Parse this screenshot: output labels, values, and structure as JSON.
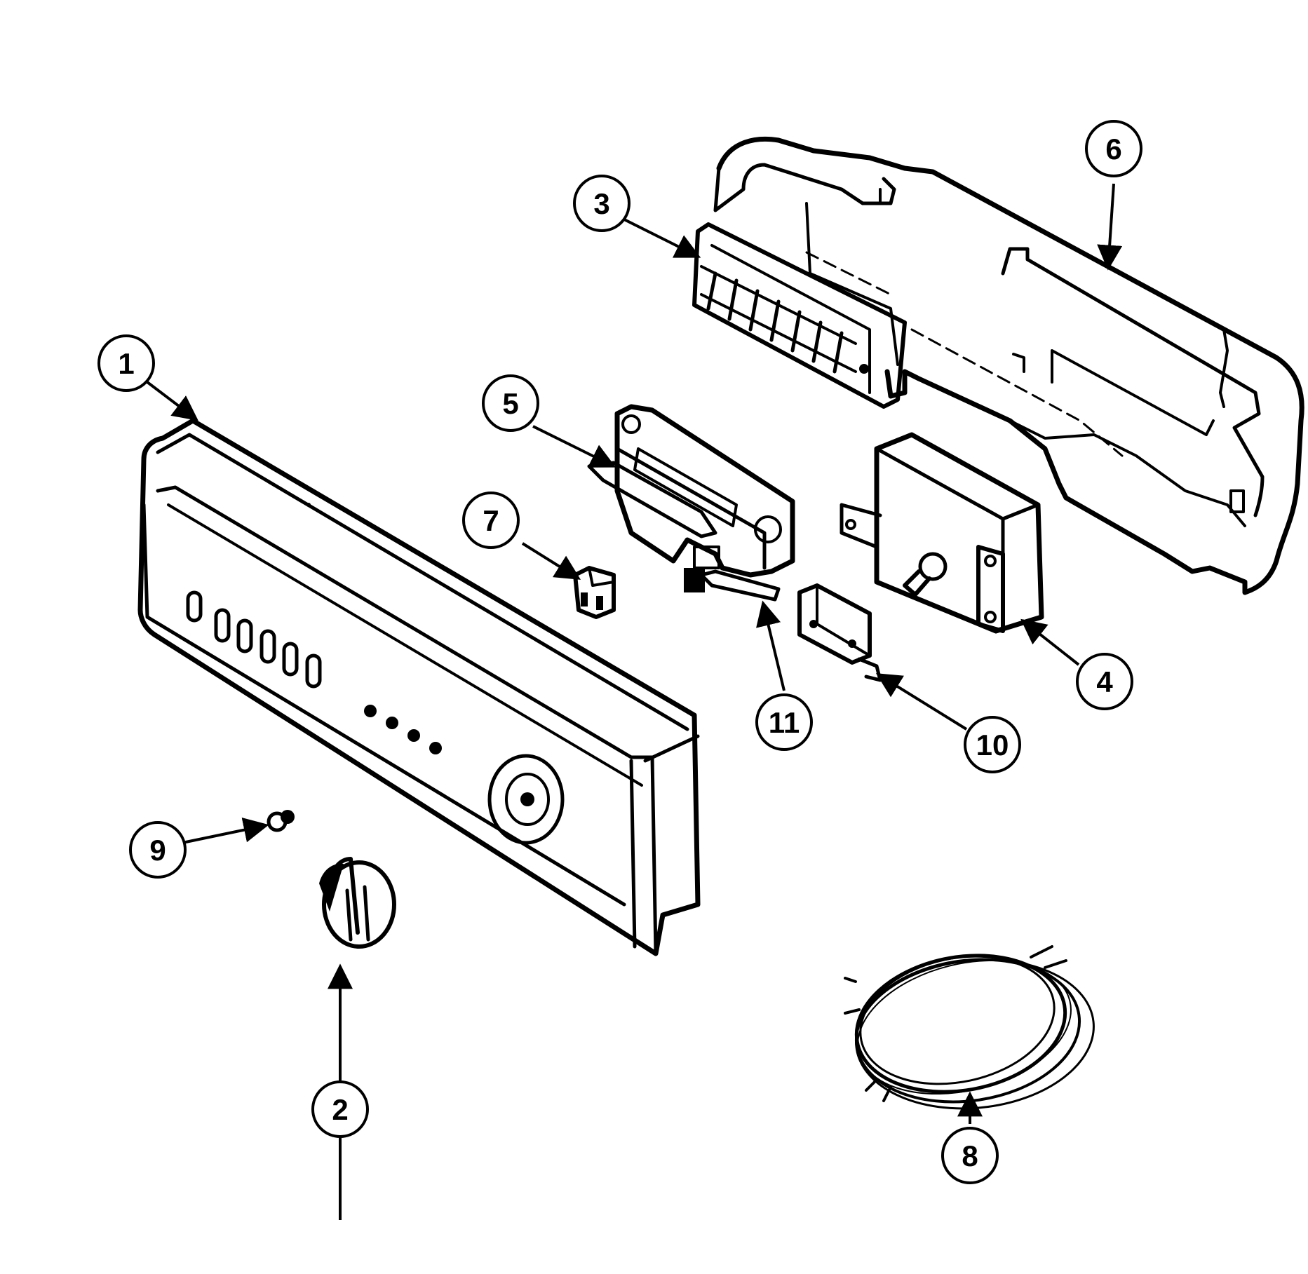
{
  "diagram": {
    "background": "#ffffff",
    "ink": "#000000",
    "callouts": [
      {
        "id": "1",
        "label": "1"
      },
      {
        "id": "2",
        "label": "2"
      },
      {
        "id": "3",
        "label": "3"
      },
      {
        "id": "4",
        "label": "4"
      },
      {
        "id": "5",
        "label": "5"
      },
      {
        "id": "6",
        "label": "6"
      },
      {
        "id": "7",
        "label": "7"
      },
      {
        "id": "8",
        "label": "8"
      },
      {
        "id": "9",
        "label": "9"
      },
      {
        "id": "10",
        "label": "10"
      },
      {
        "id": "11",
        "label": "11"
      }
    ]
  }
}
